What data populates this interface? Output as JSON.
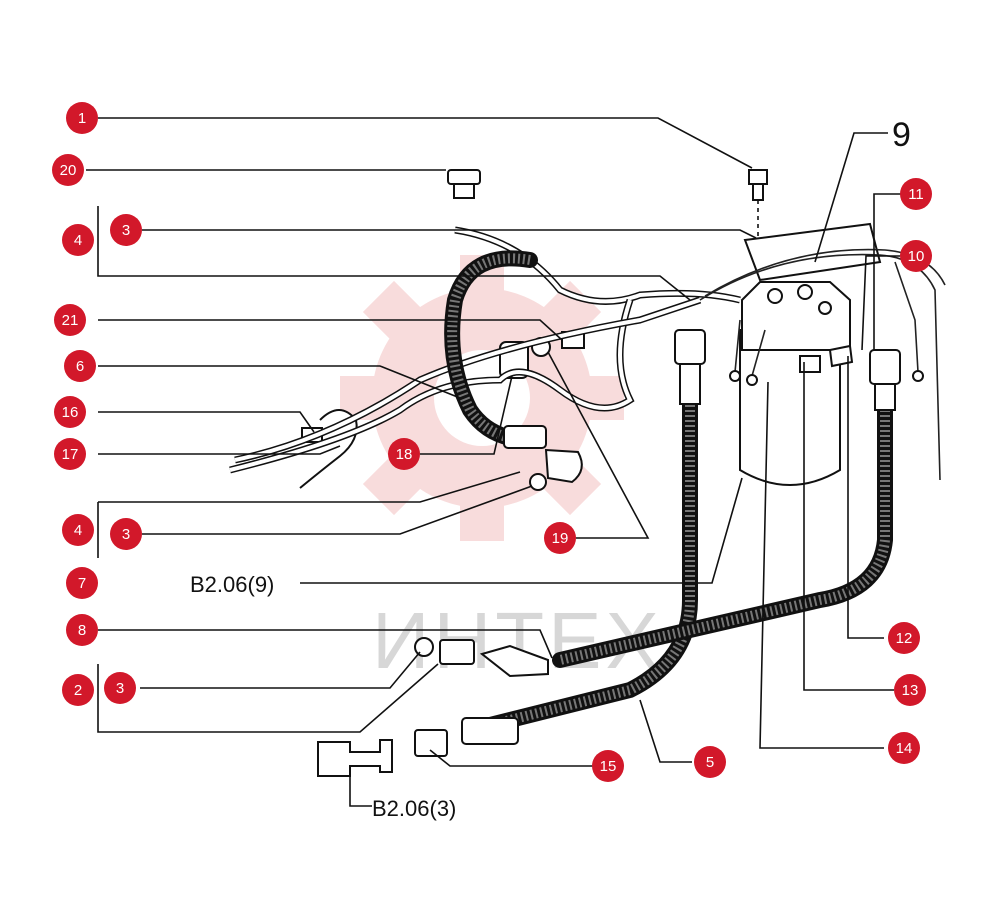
{
  "watermark": {
    "text": "ИНТЕХ",
    "color": "#f3c0c0"
  },
  "colors": {
    "callout": "#d2182a",
    "line": "#111111"
  },
  "callouts": {
    "c1": "1",
    "c20": "20",
    "c4a": "4",
    "c3a": "3",
    "c21": "21",
    "c6": "6",
    "c16": "16",
    "c17": "17",
    "c18": "18",
    "c4b": "4",
    "c3b": "3",
    "c19": "19",
    "c7": "7",
    "c8": "8",
    "c2": "2",
    "c3c": "3",
    "c15": "15",
    "c5": "5",
    "c14": "14",
    "c13": "13",
    "c12": "12",
    "c10": "10",
    "c11": "11"
  },
  "labels": {
    "ref_b206_9": "B2.06(9)",
    "ref_b206_3": "B2.06(3)",
    "part_9": "9"
  }
}
